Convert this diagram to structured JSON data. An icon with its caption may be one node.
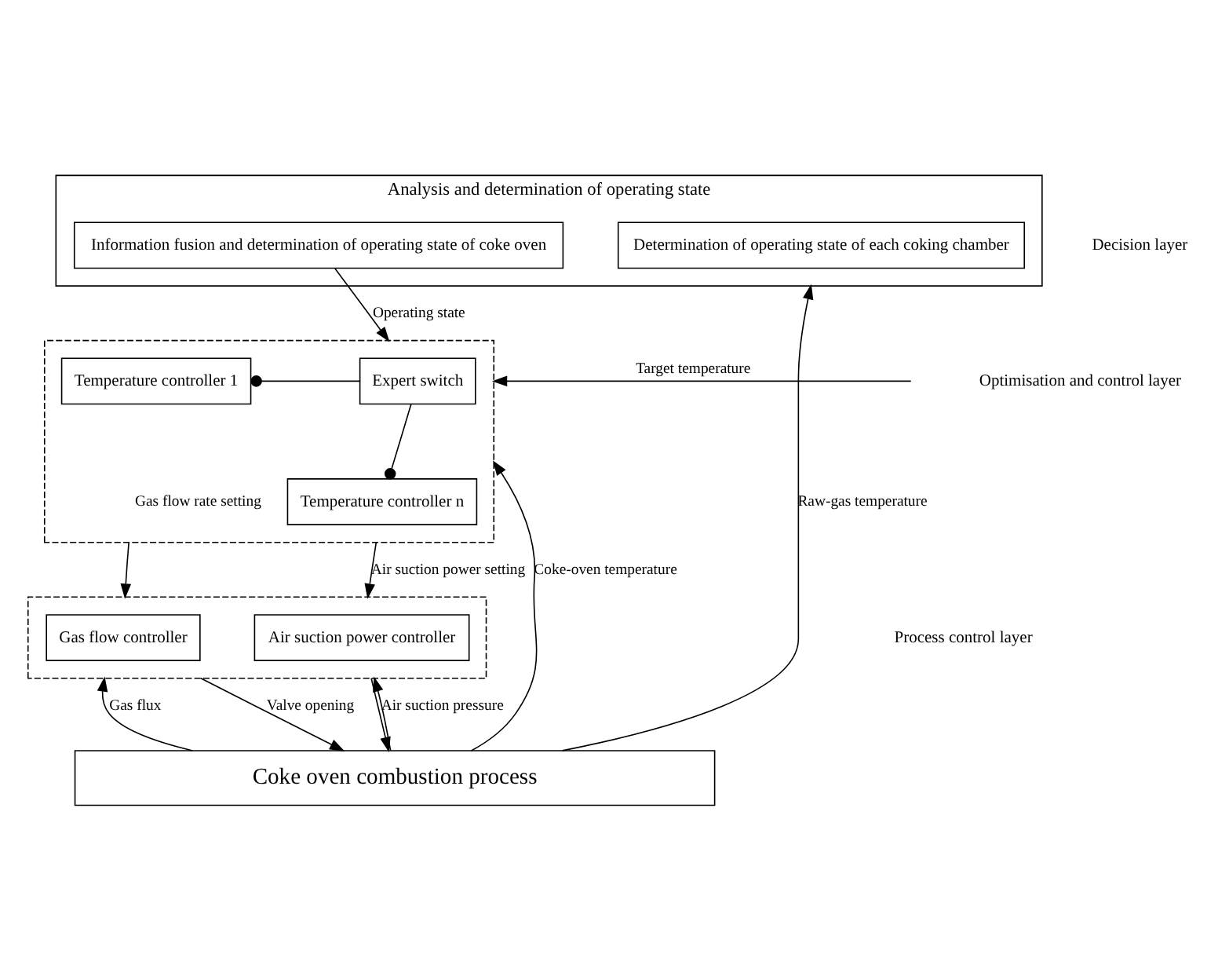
{
  "diagram": {
    "nodes": [
      {
        "text": [
          "Analysis and determination of operating state"
        ]
      },
      {
        "text": [
          "Determination of operating state of each coking chamber"
        ],
        "in": 0
      },
      {
        "text": [
          "Information fusion and determination of operating state of coke oven"
        ],
        "in": 0
      },
      {
        "text": [],
        "shape": "box"
      },
      {
        "text": [
          "Expert switch"
        ],
        "in": 3
      },
      {
        "text": [
          "Temperature controller 1"
        ],
        "in": 3
      },
      {
        "text": [
          "Temperature controller n"
        ],
        "in": 3
      },
      {
        "text": [],
        "shape": "box"
      },
      {
        "text": [
          "Gas flow controller"
        ],
        "in": 7
      },
      {
        "text": [
          "Air suction power controller"
        ],
        "in": 7
      },
      {
        "text": [
          "Coke oven combustion process"
        ]
      }
    ],
    "edges": [
      {
        "from": 2,
        "to": 3,
        "label": "Operating state",
        "arrow": "to"
      },
      {
        "from": null,
        "to": 3,
        "label": "Target temperature",
        "arrow": "to"
      },
      {
        "from": 4,
        "to": 5,
        "arrow": "other"
      },
      {
        "from": 4,
        "to": 6,
        "arrow": "other"
      },
      {
        "from": 3,
        "to": 7,
        "label": "Gas flow rate setting",
        "arrow": "to"
      },
      {
        "from": 3,
        "to": 7,
        "label": "Air suction power setting",
        "arrow": "to"
      },
      {
        "from": 10,
        "to": 0,
        "label": "Raw-gas temperature",
        "arrow": "to"
      },
      {
        "from": 10,
        "to": 3,
        "label": "Coke-oven temperature",
        "arrow": "to"
      },
      {
        "from": 10,
        "to": 7,
        "label": "Gas flux",
        "arrow": "to"
      },
      {
        "from": 7,
        "to": 10,
        "label": "Valve opening",
        "arrow": "to"
      },
      {
        "from": 7,
        "to": 10,
        "arrow": "to"
      },
      {
        "from": 10,
        "to": 7,
        "label": "Air suction pressure",
        "arrow": "to"
      }
    ],
    "labels": [
      "Decision layer",
      "Optimisation and control layer",
      "Process control layer"
    ]
  }
}
